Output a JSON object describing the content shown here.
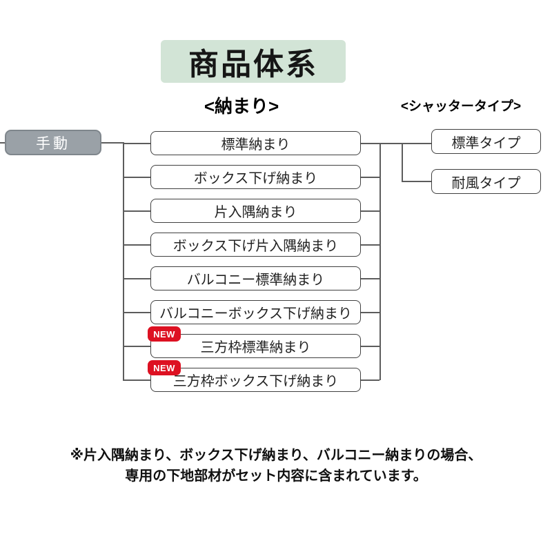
{
  "title": "商品体系",
  "headers": {
    "fittings": "<納まり>",
    "shutter_types": "<シャッタータイプ>"
  },
  "root": {
    "label": "手動"
  },
  "fittings": [
    {
      "label": "標準納まり",
      "is_new": false
    },
    {
      "label": "ボックス下げ納まり",
      "is_new": false
    },
    {
      "label": "片入隅納まり",
      "is_new": false
    },
    {
      "label": "ボックス下げ片入隅納まり",
      "is_new": false
    },
    {
      "label": "バルコニー標準納まり",
      "is_new": false
    },
    {
      "label": "バルコニーボックス下げ納まり",
      "is_new": false
    },
    {
      "label": "三方枠標準納まり",
      "is_new": true
    },
    {
      "label": "三方枠ボックス下げ納まり",
      "is_new": true
    }
  ],
  "new_badge_label": "NEW",
  "shutter_types": [
    {
      "label": "標準タイプ"
    },
    {
      "label": "耐風タイプ"
    }
  ],
  "note_lines": [
    "※片入隅納まり、ボックス下げ納まり、バルコニー納まりの場合、",
    "専用の下地部材がセット内容に含まれています。"
  ],
  "colors": {
    "title_bg": "#d2e4d6",
    "root_bg": "#9aa1a7",
    "badge_bg": "#dd1122",
    "line": "#5c5c5c"
  }
}
